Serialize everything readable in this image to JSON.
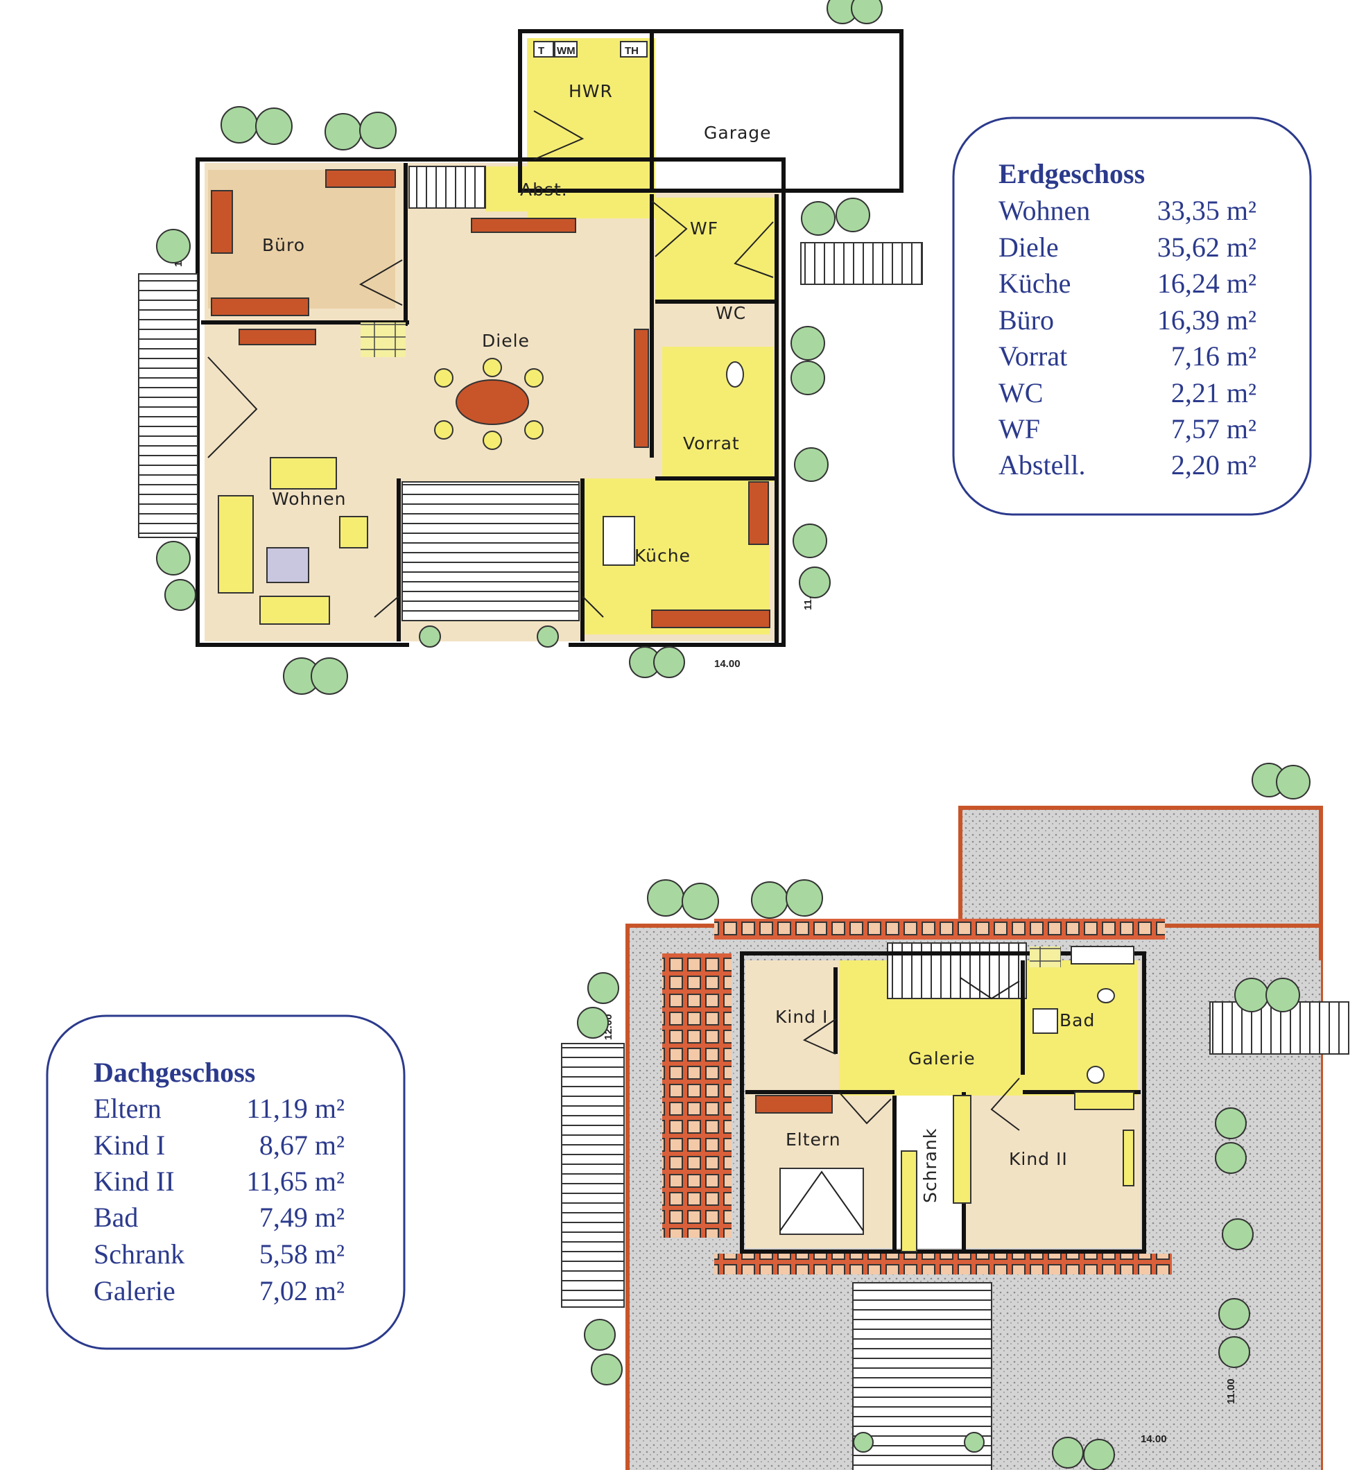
{
  "colors": {
    "box_text": "#2b3a8c",
    "box_border": "#2b3a8c",
    "floor_yellow": "#f4ec6a",
    "floor_beige": "#f0dfc0",
    "brick_red": "#c8552a",
    "roof_gray": "#c8c8c8",
    "tree_green": "#9fd09a"
  },
  "ground_floor": {
    "rooms": {
      "hwr": "HWR",
      "garage": "Garage",
      "abst": "Abst.",
      "buero": "Büro",
      "wf": "WF",
      "wc": "WC",
      "diele": "Diele",
      "vorrat": "Vorrat",
      "wohnen": "Wohnen",
      "kueche": "Küche"
    },
    "appliances": {
      "t": "T",
      "wm": "WM",
      "th": "TH"
    },
    "dims": {
      "height": "12.00",
      "depth": "11.00",
      "width": "14.00"
    }
  },
  "upper_floor": {
    "rooms": {
      "kind1": "Kind I",
      "bad": "Bad",
      "galerie": "Galerie",
      "eltern": "Eltern",
      "schrank": "Schrank",
      "kind2": "Kind II"
    },
    "dims": {
      "height": "12.00",
      "depth": "11.00",
      "width": "14.00"
    }
  },
  "erdgeschoss_box": {
    "title": "Erdgeschoss",
    "rows": [
      {
        "name": "Wohnen",
        "area": "33,35 m²"
      },
      {
        "name": "Diele",
        "area": "35,62 m²"
      },
      {
        "name": "Küche",
        "area": "16,24 m²"
      },
      {
        "name": "Büro",
        "area": "16,39 m²"
      },
      {
        "name": "Vorrat",
        "area": "7,16 m²"
      },
      {
        "name": "WC",
        "area": "2,21 m²"
      },
      {
        "name": "WF",
        "area": "7,57 m²"
      },
      {
        "name": "Abstell.",
        "area": "2,20 m²"
      }
    ]
  },
  "dachgeschoss_box": {
    "title": "Dachgeschoss",
    "rows": [
      {
        "name": "Eltern",
        "area": "11,19 m²"
      },
      {
        "name": "Kind I",
        "area": "8,67 m²"
      },
      {
        "name": "Kind II",
        "area": "11,65 m²"
      },
      {
        "name": "Bad",
        "area": "7,49 m²"
      },
      {
        "name": "Schrank",
        "area": "5,58 m²"
      },
      {
        "name": "Galerie",
        "area": "7,02 m²"
      }
    ]
  }
}
